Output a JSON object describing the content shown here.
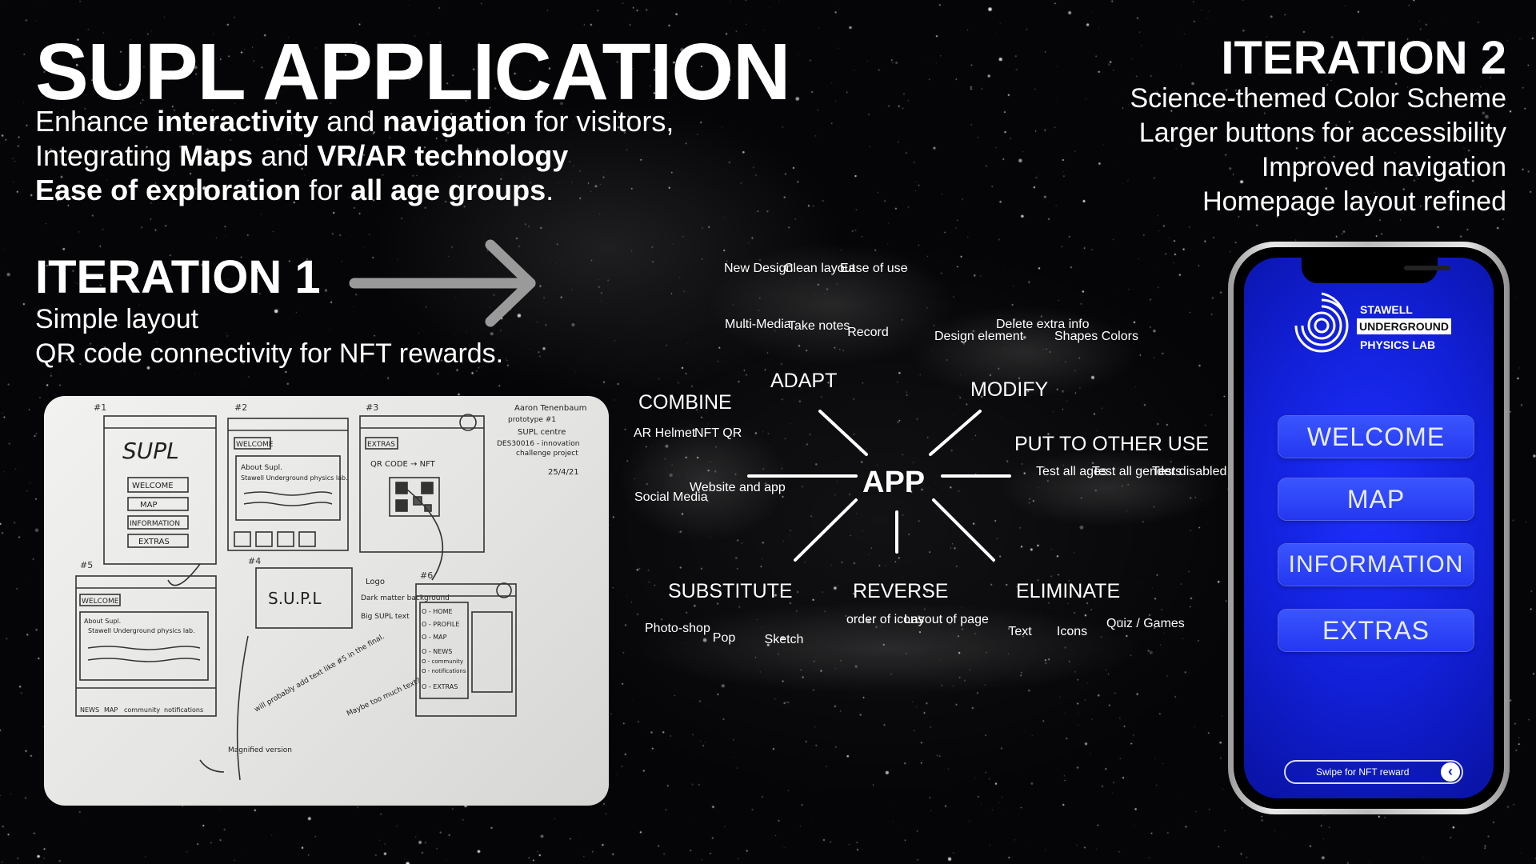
{
  "header": {
    "title": "SUPL APPLICATION",
    "lines": [
      [
        "Enhance ",
        "interactivity",
        " and ",
        "navigation",
        " for visitors,"
      ],
      [
        "Integrating ",
        "Maps",
        " and ",
        "VR/AR technology",
        ""
      ],
      [
        "",
        "Ease of exploration",
        " for ",
        "all age groups",
        "."
      ]
    ]
  },
  "iteration1": {
    "title": "ITERATION 1",
    "lines": [
      "Simple layout",
      "QR code connectivity for NFT rewards."
    ]
  },
  "iteration2": {
    "title": "ITERATION 2",
    "lines": [
      "Science-themed Color Scheme",
      "Larger buttons for accessibility",
      "Improved navigation",
      "Homepage layout refined"
    ]
  },
  "sketch": {
    "logo_text": "SUPL",
    "logo_text_2": "S.U.P.L",
    "buttons": [
      "WELCOME",
      "MAP",
      "INFORMATION",
      "EXTRAS"
    ],
    "welcome_tab": "WELCOME",
    "extras_tab": "EXTRAS",
    "qr_label": "QR CODE → NFT",
    "about_text": "About Supl.",
    "about_text_2": "Stawell Underground physics lab.",
    "notes": [
      "Aaron Tenenbaum",
      "prototype #1",
      "SUPL centre",
      "DES30016 - innovation",
      "challenge project",
      "25/4/21"
    ],
    "logo_notes": [
      "Logo",
      "Dark matter background",
      "Big SUPL text"
    ],
    "menu_items": [
      "O - HOME",
      "O - PROFILE",
      "O - MAP",
      "O - NEWS",
      "O - community",
      "O - notifications",
      "O - EXTRAS"
    ],
    "side_notes": [
      "will probably add text like #5 in the final.",
      "Magnified version",
      "Maybe too much text?"
    ],
    "bottom_nav": [
      "NEWS",
      "MAP",
      "community",
      "notifications"
    ],
    "frame_numbers": [
      "#1",
      "#2",
      "#3",
      "#4",
      "#5",
      "#6"
    ]
  },
  "mindmap": {
    "center": "APP",
    "categories": {
      "adapt": "ADAPT",
      "combine": "COMBINE",
      "modify": "MODIFY",
      "put_to_other_use": "PUT TO OTHER USE",
      "substitute": "SUBSTITUTE",
      "reverse": "REVERSE",
      "eliminate": "ELIMINATE"
    },
    "adapt_items": [
      "New Design",
      "Clean layout",
      "Ease of use",
      "Multi-Media",
      "Take notes",
      "Record"
    ],
    "modify_items": [
      "Design element",
      "Delete extra info",
      "Shapes Colors"
    ],
    "combine_items": [
      "AR Helmet",
      "NFT QR",
      "Social Media",
      "Website and app"
    ],
    "put_items": [
      "Test all ages",
      "Test all genders",
      "Test disabled"
    ],
    "substitute_items": [
      "Photo-shop",
      "Pop",
      "Sketch"
    ],
    "reverse_items": [
      "order of icons",
      "Layout of page"
    ],
    "eliminate_items": [
      "Text",
      "Icons",
      "Quiz / Games"
    ]
  },
  "phone": {
    "logo_lines": [
      "STAWELL",
      "UNDERGROUND",
      "PHYSICS LAB"
    ],
    "buttons": [
      "WELCOME",
      "MAP",
      "INFORMATION",
      "EXTRAS"
    ],
    "swipe_text": "Swipe for NFT reward",
    "swipe_icon": "chevron-left-icon",
    "screen_color": "#1a2bf0"
  }
}
